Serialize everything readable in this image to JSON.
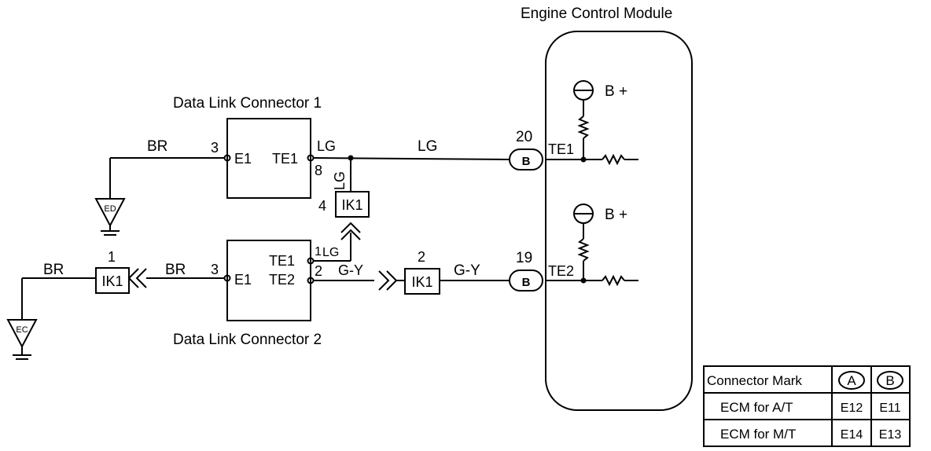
{
  "ecm": {
    "title": "Engine Control Module",
    "b_plus_1": "B +",
    "b_plus_2": "B +",
    "terminal_te1": "TE1",
    "terminal_te2": "TE2"
  },
  "dlc1": {
    "title": "Data Link Connector 1",
    "pin_e1_num": "3",
    "pin_e1": "E1",
    "pin_te1": "TE1",
    "pin_te1_wire": "LG",
    "pin_8": "8",
    "pin_8_wire": "LG"
  },
  "dlc2": {
    "title": "Data Link Connector 2",
    "pin_e1_num": "3",
    "pin_e1": "E1",
    "pin_te1": "TE1",
    "pin_te1_num": "1",
    "pin_te1_wire": "LG",
    "pin_te2": "TE2",
    "pin_te2_num": "2",
    "pin_te2_wire": "G-Y"
  },
  "wires": {
    "br_top": "BR",
    "br_left": "BR",
    "br_mid": "BR",
    "lg_main": "LG",
    "gy_main": "G-Y"
  },
  "junctions": {
    "ik1_top": {
      "label": "IK1",
      "pin": "4"
    },
    "ik1_left": {
      "label": "IK1",
      "pin": "1"
    },
    "ik1_mid": {
      "label": "IK1",
      "pin": "2"
    }
  },
  "ecm_connectors": {
    "top": {
      "mark": "B",
      "pin": "20"
    },
    "bottom": {
      "mark": "B",
      "pin": "19"
    }
  },
  "grounds": {
    "ed": "ED",
    "ec": "EC"
  },
  "table": {
    "header": "Connector Mark",
    "col_a": "A",
    "col_b": "B",
    "rows": [
      {
        "label": "ECM for A/T",
        "a": "E12",
        "b": "E11"
      },
      {
        "label": "ECM for M/T",
        "a": "E14",
        "b": "E13"
      }
    ]
  }
}
